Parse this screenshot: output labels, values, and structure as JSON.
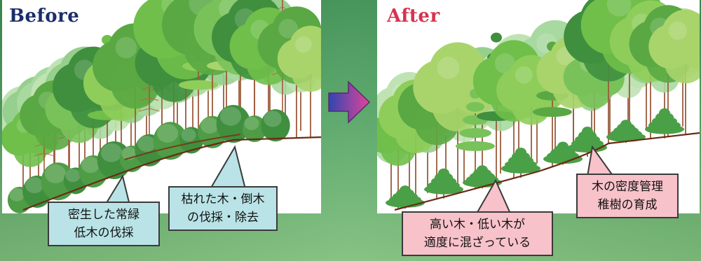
{
  "colors": {
    "before_title": "#1b2e6b",
    "after_title": "#d8324f",
    "callout_blue": "#b9e3e6",
    "callout_pink": "#f7c2c9",
    "ground_line": "#6b2a16",
    "arrow_start": "#2f47b0",
    "arrow_end": "#e2449a"
  },
  "before": {
    "title": "Before",
    "callouts": [
      {
        "lines": [
          "密生した常緑",
          "低木の伐採"
        ]
      },
      {
        "lines": [
          "枯れた木・倒木",
          "の伐採・除去"
        ]
      }
    ]
  },
  "after": {
    "title": "After",
    "callouts": [
      {
        "lines": [
          "高い木・低い木が",
          "適度に混ざっている"
        ]
      },
      {
        "lines": [
          "木の密度管理",
          "稚樹の育成"
        ]
      }
    ]
  },
  "icons": {
    "arrow": "right-arrow-icon"
  }
}
